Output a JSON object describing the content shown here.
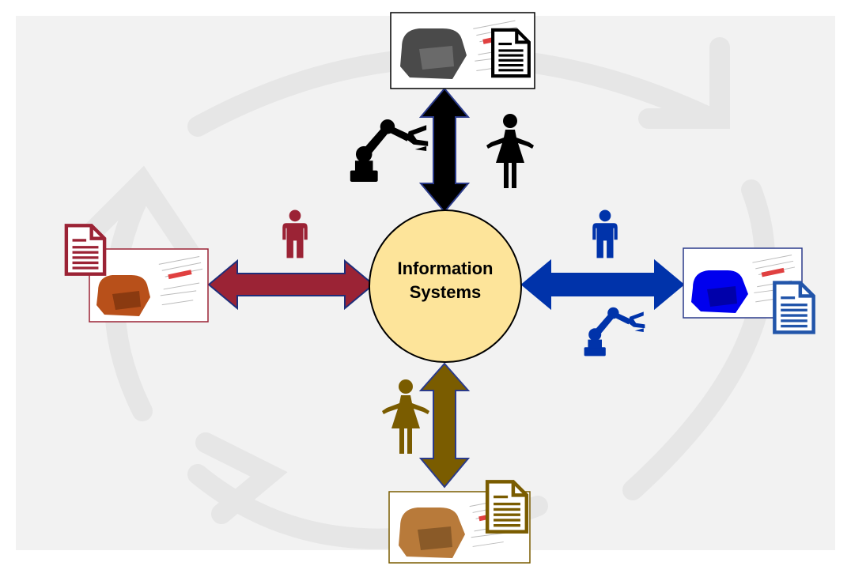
{
  "center": {
    "line1": "Information",
    "line2": "Systems"
  },
  "colors": {
    "background_panel": "#f2f2f2",
    "cycle_arrow": "#e8e8e8",
    "center_fill": "#fde49a",
    "center_stroke": "#000000",
    "top": "#000000",
    "left": "#9b2335",
    "right": "#0033aa",
    "bottom": "#7a5c00"
  },
  "nodes": [
    {
      "id": "top",
      "part_color": "#4a4a4a",
      "doc_color": "#000000",
      "actors": [
        "robot",
        "woman"
      ]
    },
    {
      "id": "left",
      "part_color": "#b8501a",
      "doc_color": "#9b2335",
      "actors": [
        "man"
      ]
    },
    {
      "id": "right",
      "part_color": "#0000ee",
      "doc_color": "#2255aa",
      "actors": [
        "man",
        "robot"
      ]
    },
    {
      "id": "bottom",
      "part_color": "#b87a3a",
      "doc_color": "#7a5c00",
      "actors": [
        "woman"
      ]
    }
  ]
}
